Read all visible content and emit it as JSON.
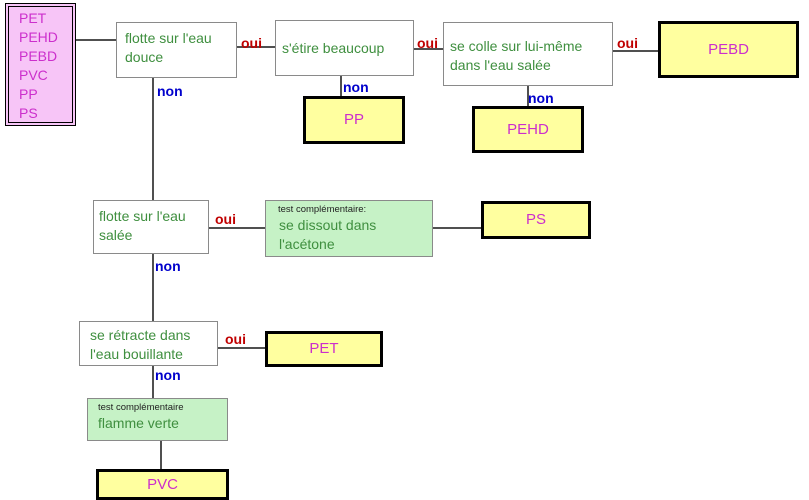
{
  "plastics_list": [
    "PET",
    "PEHD",
    "PEBD",
    "PVC",
    "PP",
    "PS"
  ],
  "questions": {
    "q1": "flotte sur l'eau douce",
    "q2": "s'étire beaucoup",
    "q3": "se colle sur lui-même dans l'eau salée",
    "q4": "flotte sur l'eau salée",
    "q5_note": "test complémentaire:",
    "q5": "se dissout dans l'acétone",
    "q6": "se rétracte dans l'eau bouillante",
    "q7_note": "test complémentaire",
    "q7": "flamme verte"
  },
  "results": {
    "pebd": "PEBD",
    "pp": "PP",
    "pehd": "PEHD",
    "ps": "PS",
    "pet": "PET",
    "pvc": "PVC"
  },
  "labels": {
    "yes": "oui",
    "no": "non"
  },
  "colors": {
    "result_fill": "#ffff9f",
    "result_text": "#cc2fcc",
    "question_text": "#3f8f3f",
    "test_fill": "#c6f2c6",
    "list_fill": "#f7c5f7",
    "yes": "#c00000",
    "no": "#0000cc"
  }
}
